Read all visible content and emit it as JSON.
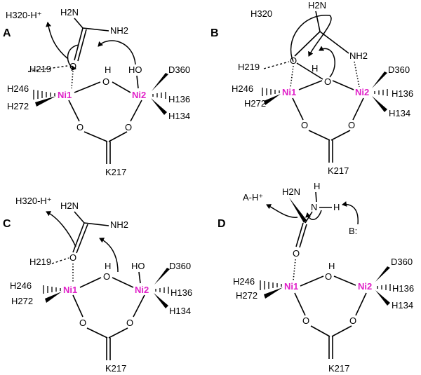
{
  "panels": [
    {
      "letter": "A",
      "h320": "H320-H⁺",
      "h2n": "H2N",
      "nh2": "NH2",
      "h219": "H219",
      "h246": "H246",
      "h272": "H272",
      "ni1": "Ni1",
      "ni2": "Ni2",
      "h": "H",
      "ho": "HO",
      "d360": "D360",
      "h136": "H136",
      "h134": "H134",
      "k217": "K217",
      "o": "O"
    },
    {
      "letter": "B",
      "h320": "H320",
      "h2n": "H2N",
      "nh2": "NH2",
      "h219": "H219",
      "h246": "H246",
      "h272": "H272",
      "ni1": "Ni1",
      "ni2": "Ni2",
      "h": "H",
      "d360": "D360",
      "h136": "H136",
      "h134": "H134",
      "k217": "K217",
      "o": "O"
    },
    {
      "letter": "C",
      "h320": "H320-H⁺",
      "h2n": "H2N",
      "nh2": "NH2",
      "h219": "H219",
      "h246": "H246",
      "h272": "H272",
      "ni1": "Ni1",
      "ni2": "Ni2",
      "h": "H",
      "ho": "HO",
      "d360": "D360",
      "h136": "H136",
      "h134": "H134",
      "k217": "K217",
      "o": "O"
    },
    {
      "letter": "D",
      "ah": "A-H⁺",
      "h2n": "H2N",
      "nh": "N",
      "hh": "H",
      "bcol": "B:",
      "h246": "H246",
      "h272": "H272",
      "ni1": "Ni1",
      "ni2": "Ni2",
      "h": "H",
      "d360": "D360",
      "h136": "H136",
      "h134": "H134",
      "k217": "K217",
      "o": "O"
    }
  ]
}
